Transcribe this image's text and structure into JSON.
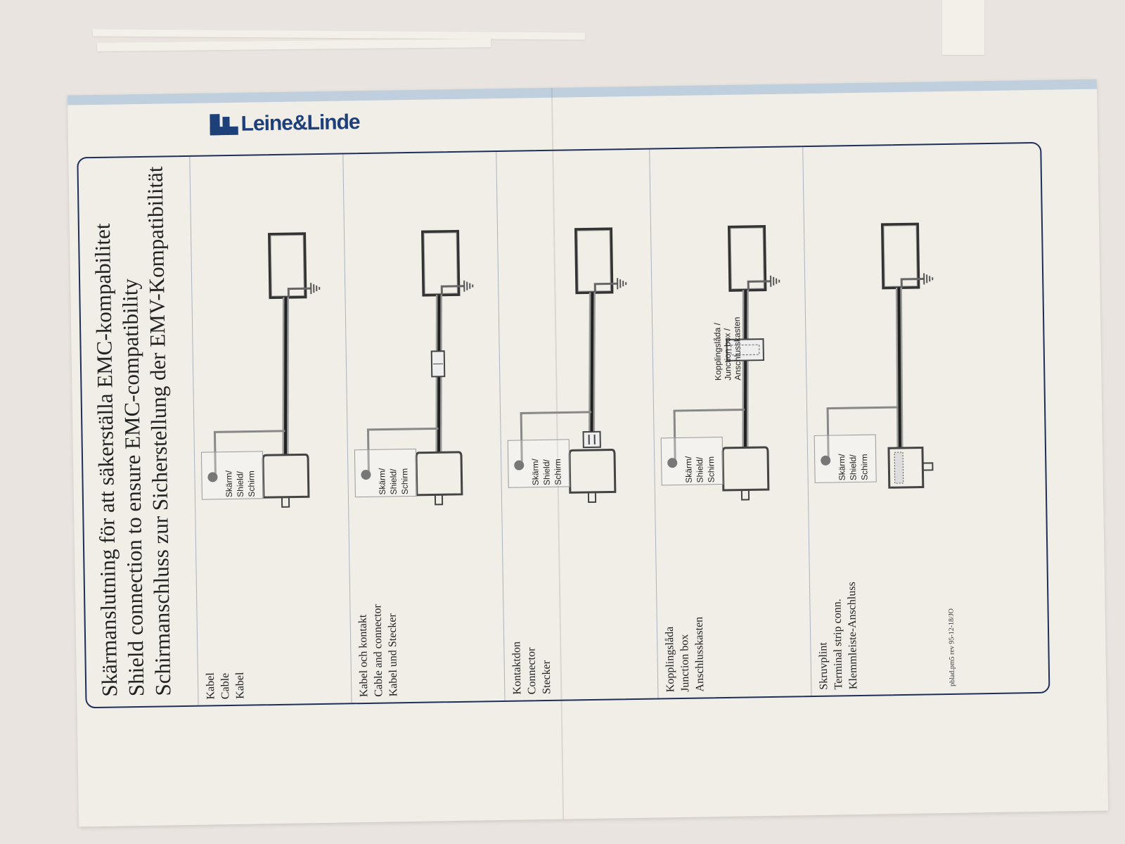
{
  "logo": {
    "text": "Leine&Linde"
  },
  "headings": {
    "swedish": "Skärmanslutning för att säkerställa EMC-kompabilitet",
    "english": "Shield connection to ensure EMC-compatibility",
    "german": "Schirmanschluss zur Sicherstellung der EMV-Kompatibilität"
  },
  "panels": [
    {
      "lines": [
        "Kabel",
        "Cable",
        "Kabel"
      ],
      "shield": [
        "Skärm/",
        "Shield/",
        "Schirm"
      ]
    },
    {
      "lines": [
        "Kabel och kontakt",
        "Cable and connector",
        "Kabel und Stecker"
      ],
      "shield": [
        "Skärm/",
        "Shield/",
        "Schirm"
      ]
    },
    {
      "lines": [
        "Kontaktdon",
        "Connector",
        "Stecker"
      ],
      "shield": [
        "Skärm/",
        "Shield/",
        "Schirm"
      ]
    },
    {
      "lines": [
        "Kopplingslåda",
        "Junction box",
        "Anschlusskasten"
      ],
      "shield": [
        "Skärm/",
        "Shield/",
        "Schirm"
      ],
      "device_label": [
        "Kopplingslåda /",
        "Junction box /",
        "Anschlusskasten"
      ]
    },
    {
      "lines": [
        "Skruvplint",
        "Terminal strip conn.",
        "Klemmleiste-Anschluss"
      ],
      "shield": [
        "Skärm/",
        "Shield/",
        "Schirm"
      ]
    }
  ],
  "footnote": "pblad.pm5 rev 95-12-18/JO",
  "colors": {
    "brand": "#1d3f7a",
    "frame": "#1d2f5a",
    "paper": "#f1eee8",
    "band": "#bfcfdd"
  }
}
